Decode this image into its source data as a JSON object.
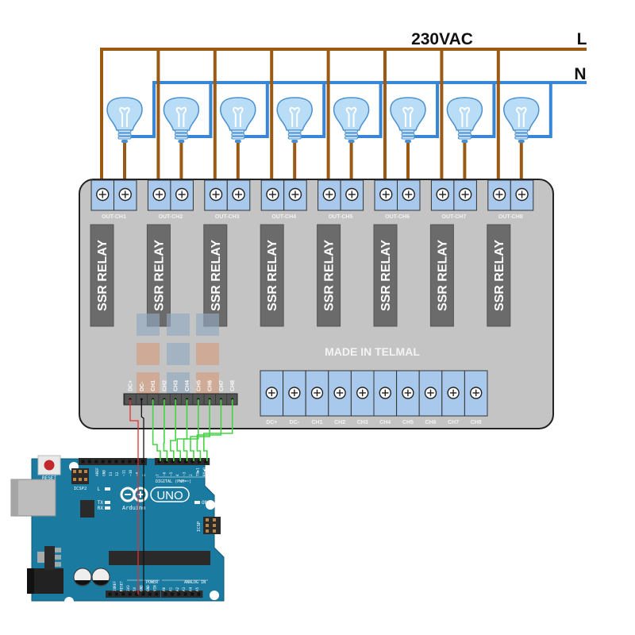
{
  "supply": {
    "voltage_label": "230VAC",
    "line_label": "L",
    "neutral_label": "N"
  },
  "colors": {
    "line_wire": "#9a5a14",
    "neutral_wire": "#3a86d6",
    "board": "#c4c4c4",
    "board_border": "#222222",
    "terminal": "#a9c9ec",
    "relay_block": "#6b6b6b",
    "signal_wire": "#44d444",
    "power_wire_pos": "#e03030",
    "power_wire_neg": "#111111",
    "arduino": "#1b7aa0",
    "lamp": "#b9dcf7"
  },
  "module": {
    "brand_text": "MADE IN TELMAL",
    "relay_label": "SSR RELAY",
    "output_terminals": [
      "OUT-CH1",
      "OUT-CH2",
      "OUT-CH3",
      "OUT-CH4",
      "OUT-CH5",
      "OUT-CH6",
      "OUT-CH7",
      "OUT-CH8"
    ],
    "input_terminals": [
      "DC+",
      "DC-",
      "CH1",
      "CH2",
      "CH3",
      "CH4",
      "CH5",
      "CH6",
      "CH7",
      "CH8"
    ],
    "pin_header": [
      "DC+",
      "DC-",
      "CH1",
      "CH2",
      "CH3",
      "CH4",
      "CH5",
      "CH6",
      "CH7",
      "CH8"
    ]
  },
  "arduino": {
    "model_label": "UNO",
    "brand_label": "Arduino",
    "reset_label": "RESET",
    "icsp2_label": "ICSP2",
    "icsp_label": "ICSP",
    "led_labels": [
      "L",
      "TX",
      "RX",
      "ON"
    ],
    "digital_label": "DIGITAL (PWM=~)",
    "power_label": "POWER",
    "analog_label": "ANALOG IN",
    "digital_pins_high": [
      "AREF",
      "GND",
      "13",
      "12",
      "~11",
      "~10",
      "~9",
      "8"
    ],
    "digital_pins_low": [
      "7",
      "~6",
      "~5",
      "4",
      "~3",
      "2",
      "TX▶1",
      "RX◀0"
    ],
    "power_pins": [
      "IOREF",
      "RESET",
      "3V3",
      "5V",
      "GND",
      "GND",
      "VIN"
    ],
    "analog_pins": [
      "A0",
      "A1",
      "A2",
      "A3",
      "A4",
      "A5"
    ]
  },
  "connections": {
    "relay_to_arduino": [
      {
        "module_pin": "DC+",
        "arduino_pin": "5V"
      },
      {
        "module_pin": "DC-",
        "arduino_pin": "GND"
      },
      {
        "module_pin": "CH1",
        "arduino_pin": "7"
      },
      {
        "module_pin": "CH2",
        "arduino_pin": "~6"
      },
      {
        "module_pin": "CH3",
        "arduino_pin": "~5"
      },
      {
        "module_pin": "CH4",
        "arduino_pin": "4"
      },
      {
        "module_pin": "CH5",
        "arduino_pin": "~3"
      },
      {
        "module_pin": "CH6",
        "arduino_pin": "2"
      },
      {
        "module_pin": "CH7",
        "arduino_pin": "TX▶1"
      },
      {
        "module_pin": "CH8",
        "arduino_pin": "RX◀0"
      }
    ],
    "lamp_count": 8
  }
}
